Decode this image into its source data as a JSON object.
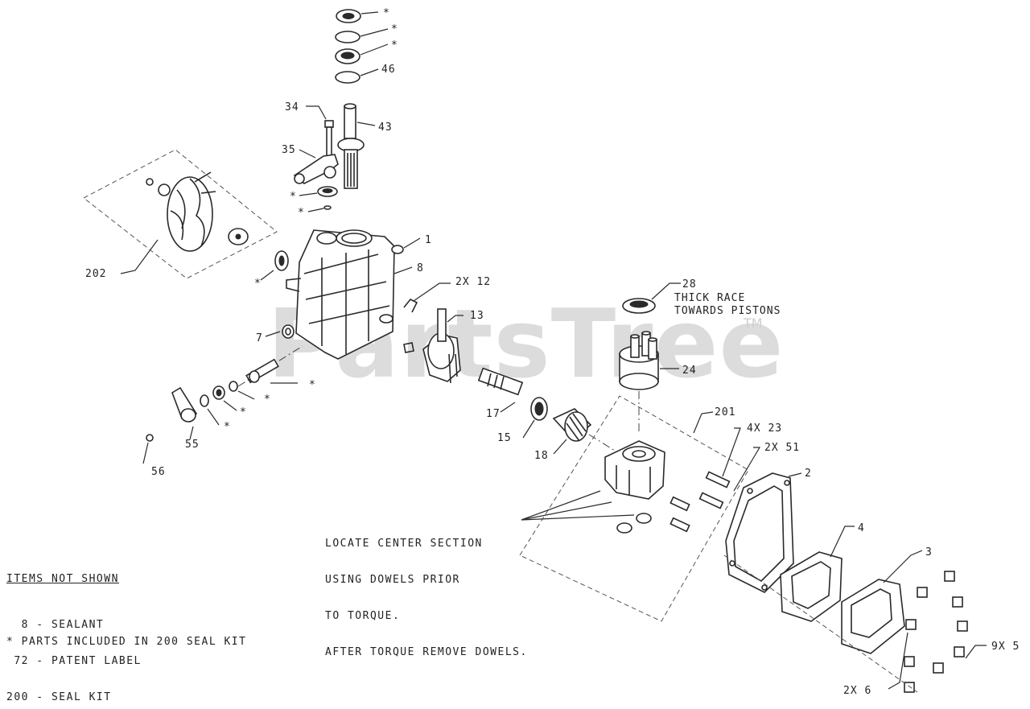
{
  "watermark": {
    "text": "PartsTree",
    "trademark": "TM"
  },
  "callouts": {
    "c_star_1": "*",
    "c_star_2": "*",
    "c_star_3": "*",
    "c_46": "46",
    "c_34": "34",
    "c_43": "43",
    "c_35": "35",
    "c_star_4": "*",
    "c_star_5": "*",
    "c_202": "202",
    "c_1": "1",
    "c_star_6": "*",
    "c_8": "8",
    "c_2x12": "2X 12",
    "c_28": "28",
    "c_thick1": "THICK RACE",
    "c_thick2": "TOWARDS PISTONS",
    "c_7": "7",
    "c_13": "13",
    "c_24": "24",
    "c_star_7": "*",
    "c_star_8": "*",
    "c_star_9": "*",
    "c_star_10": "*",
    "c_55": "55",
    "c_56": "56",
    "c_17": "17",
    "c_15": "15",
    "c_18": "18",
    "c_201": "201",
    "c_4x23": "4X 23",
    "c_2x51": "2X 51",
    "c_2": "2",
    "c_4": "4",
    "c_3": "3",
    "c_9x5": "9X 5",
    "c_2x6": "2X 6"
  },
  "locate_note": {
    "l1": "LOCATE CENTER SECTION",
    "l2": "USING DOWELS PRIOR",
    "l3": "TO TORQUE.",
    "l4": "AFTER TORQUE REMOVE DOWELS."
  },
  "items_not_shown": {
    "heading": "ITEMS NOT SHOWN",
    "rows": [
      "  8 - SEALANT",
      " 72 - PATENT LABEL",
      "200 - SEAL KIT"
    ]
  },
  "seal_kit_note": "* PARTS INCLUDED IN 200 SEAL KIT"
}
